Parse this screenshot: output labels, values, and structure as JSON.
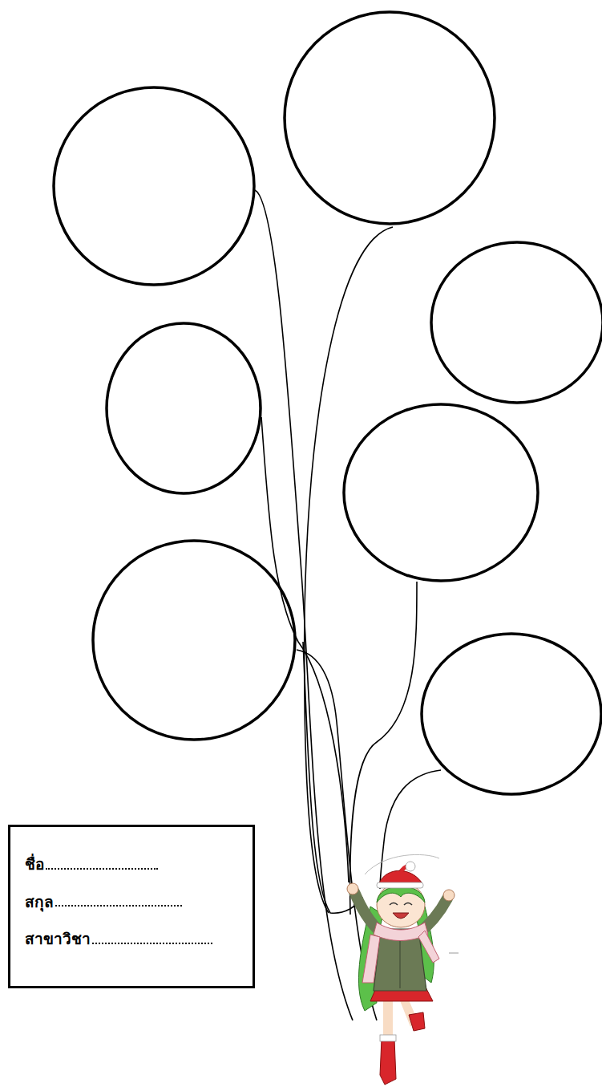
{
  "diagram": {
    "nodes": [
      {
        "text": [
          "ชื่อ",
          "สกุล",
          "สาขาวิชา"
        ]
      }
    ]
  }
}
